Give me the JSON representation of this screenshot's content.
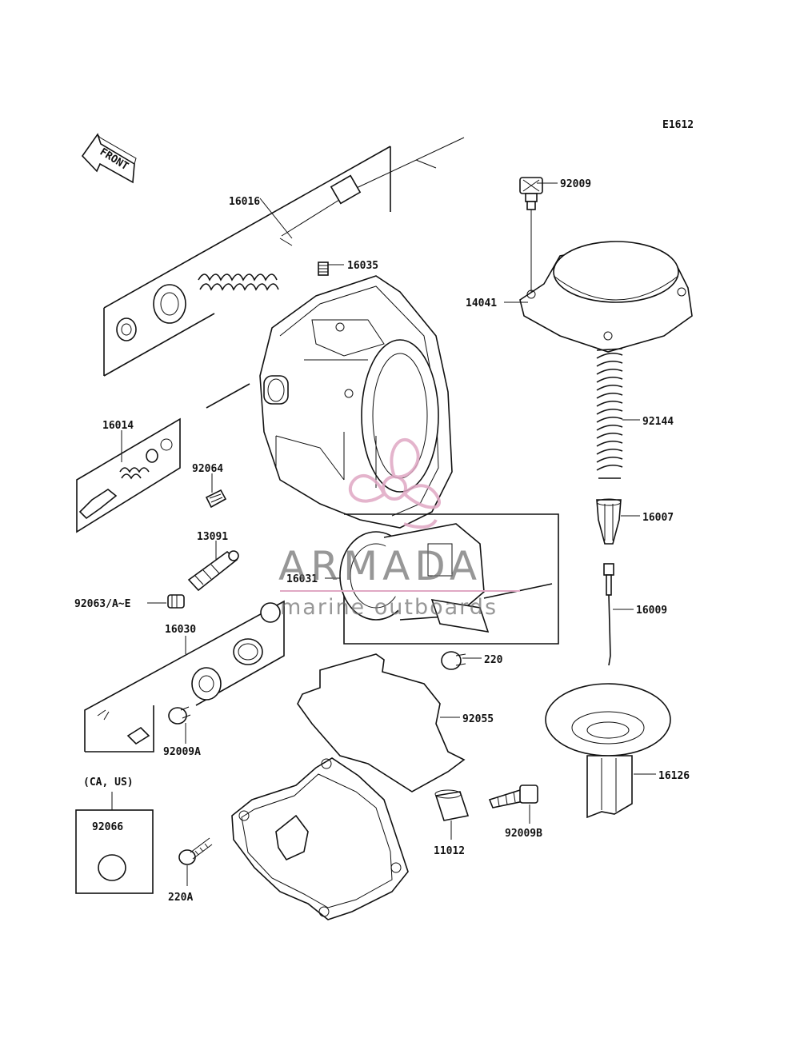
{
  "diagram": {
    "code": "E1612",
    "front_label": "FRONT",
    "region_label": "(CA, US)",
    "parts": {
      "p16016": "16016",
      "p16035": "16035",
      "p92009": "92009",
      "p14041": "14041",
      "p16014": "16014",
      "p92064": "92064",
      "p92144": "92144",
      "p16007": "16007",
      "p13091": "13091",
      "p16031": "16031",
      "p92063": "92063/A~E",
      "p16009": "16009",
      "p16030": "16030",
      "p220": "220",
      "p92055": "92055",
      "p92009A": "92009A",
      "p16126": "16126",
      "p92066": "92066",
      "p11012": "11012",
      "p92009B": "92009B",
      "p220A": "220A"
    }
  },
  "watermark": {
    "brand": "ARMADA",
    "tagline": "marine outboards",
    "accent_color": "#e0a8c4"
  }
}
